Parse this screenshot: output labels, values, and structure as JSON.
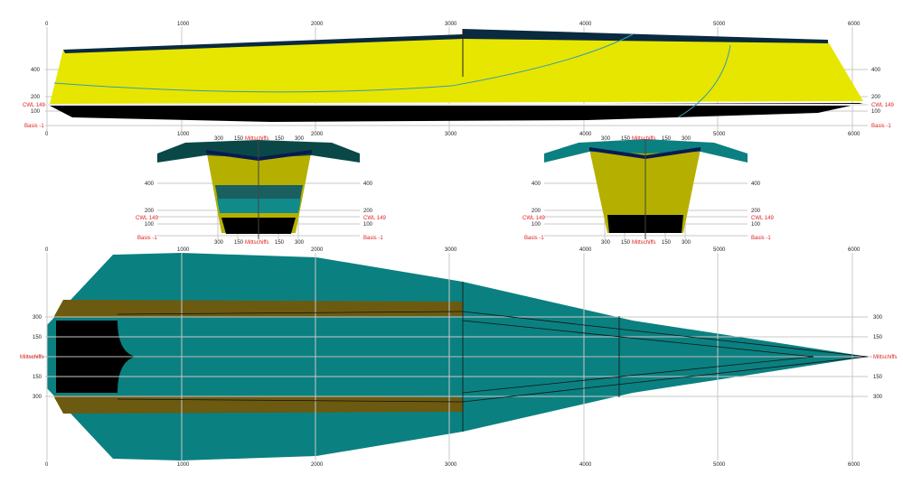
{
  "axis_x_labels": [
    "0",
    "1000",
    "2000",
    "3000",
    "4000",
    "5000",
    "6000"
  ],
  "profile": {
    "labels": {
      "z400": "400",
      "z200": "200",
      "cwl": "CWL 149",
      "z100": "100",
      "basis": "Basis -1"
    }
  },
  "sections": {
    "offsets": {
      "o300": "300",
      "o150": "150"
    },
    "centerline": "Mittschiffs",
    "z400": "400",
    "z200": "200",
    "cwl": "CWL 149",
    "z100": "100",
    "basis": "Basis -1"
  },
  "plan": {
    "y300": "300",
    "y150": "150",
    "centerline": "Mittschiffs"
  },
  "colors": {
    "hull_side": "#e6e600",
    "deck": "#0b8080",
    "deck_dark": "#0a3f40",
    "bottom": "#000000",
    "strip": "#6b5a10"
  }
}
